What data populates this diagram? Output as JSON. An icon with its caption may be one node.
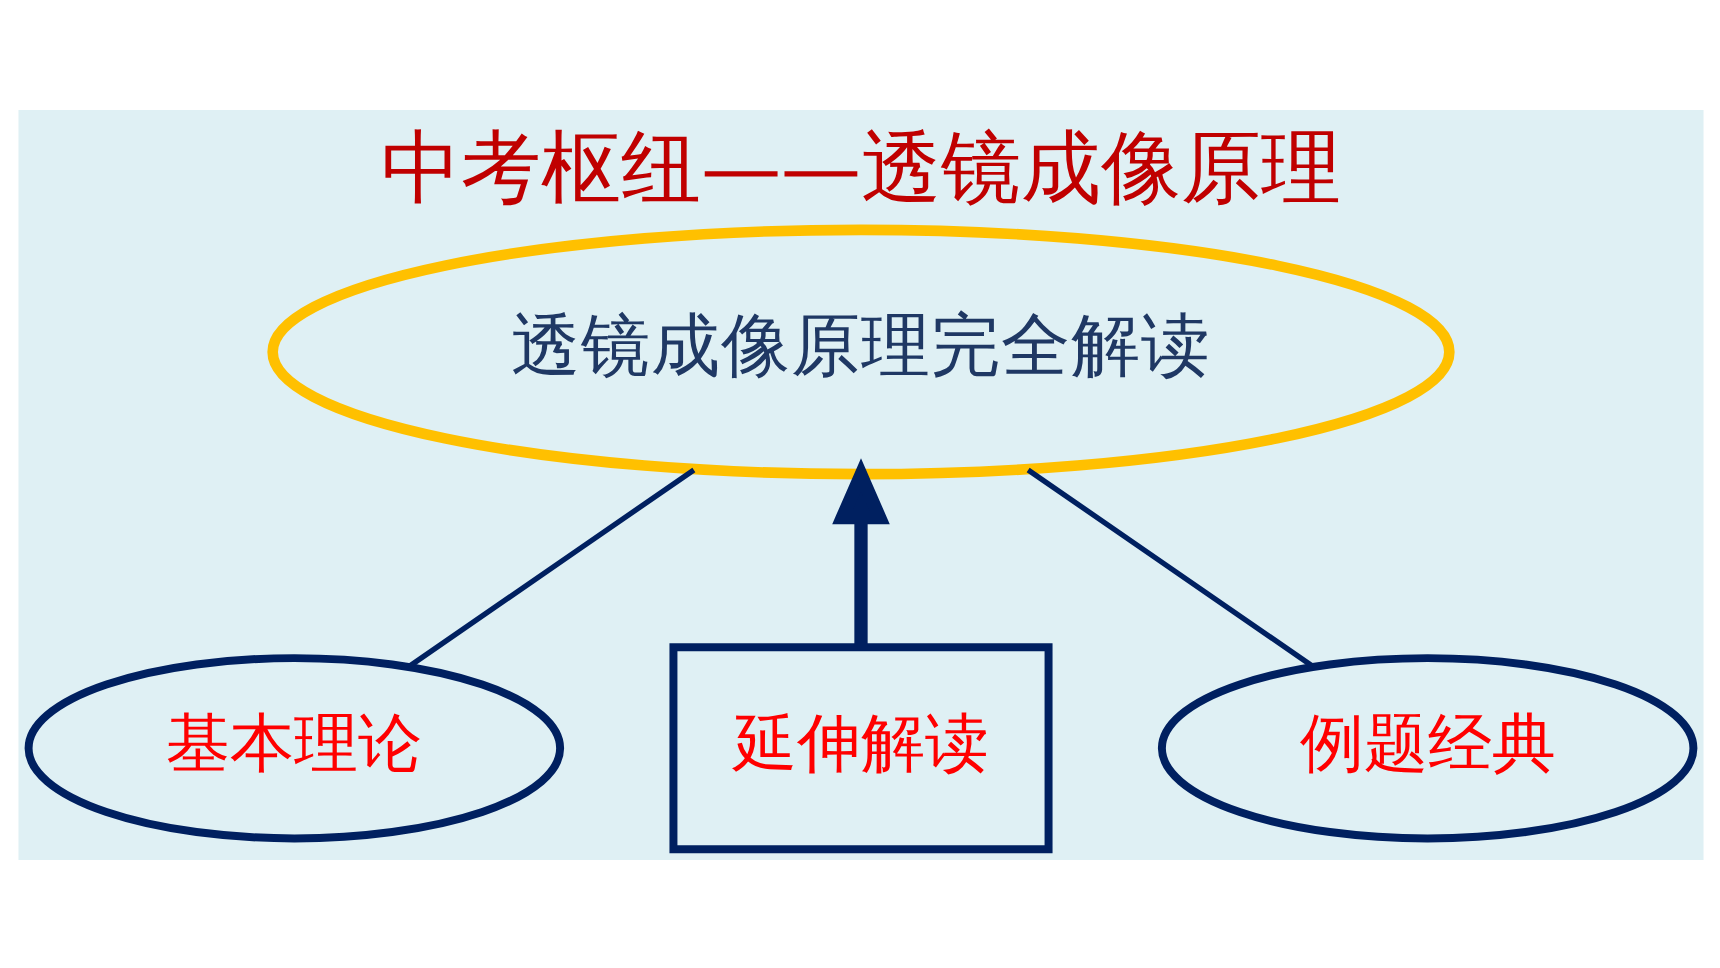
{
  "diagram": {
    "title": "中考枢纽——透镜成像原理",
    "nodes": [
      {
        "text": [
          "透镜成像原理完全解读"
        ]
      },
      {
        "text": [
          "基本理论"
        ]
      },
      {
        "text": [
          "延伸解读"
        ]
      },
      {
        "text": [
          "例题经典"
        ]
      }
    ],
    "edges": [
      {
        "from": 1,
        "to": 0,
        "arrow": "none"
      },
      {
        "from": 2,
        "to": 0,
        "arrow": "to",
        "style": "thick"
      },
      {
        "from": 3,
        "to": 0,
        "arrow": "none"
      }
    ]
  }
}
